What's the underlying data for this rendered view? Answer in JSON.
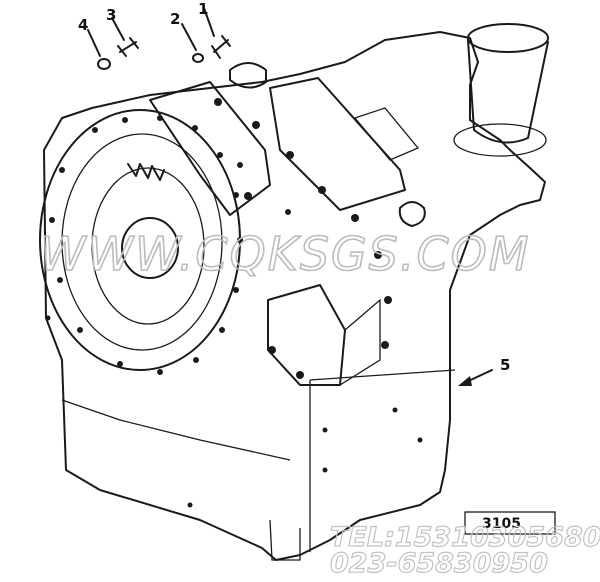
{
  "callouts": [
    {
      "id": "1",
      "label": "1"
    },
    {
      "id": "2",
      "label": "2"
    },
    {
      "id": "3",
      "label": "3"
    },
    {
      "id": "4",
      "label": "4"
    },
    {
      "id": "5",
      "label": "5"
    }
  ],
  "figure_number": "3105",
  "watermark": {
    "site": "WWW.CQKSGS.COM",
    "phone": "TEL:15310305680",
    "phone2": "023-65830950"
  }
}
